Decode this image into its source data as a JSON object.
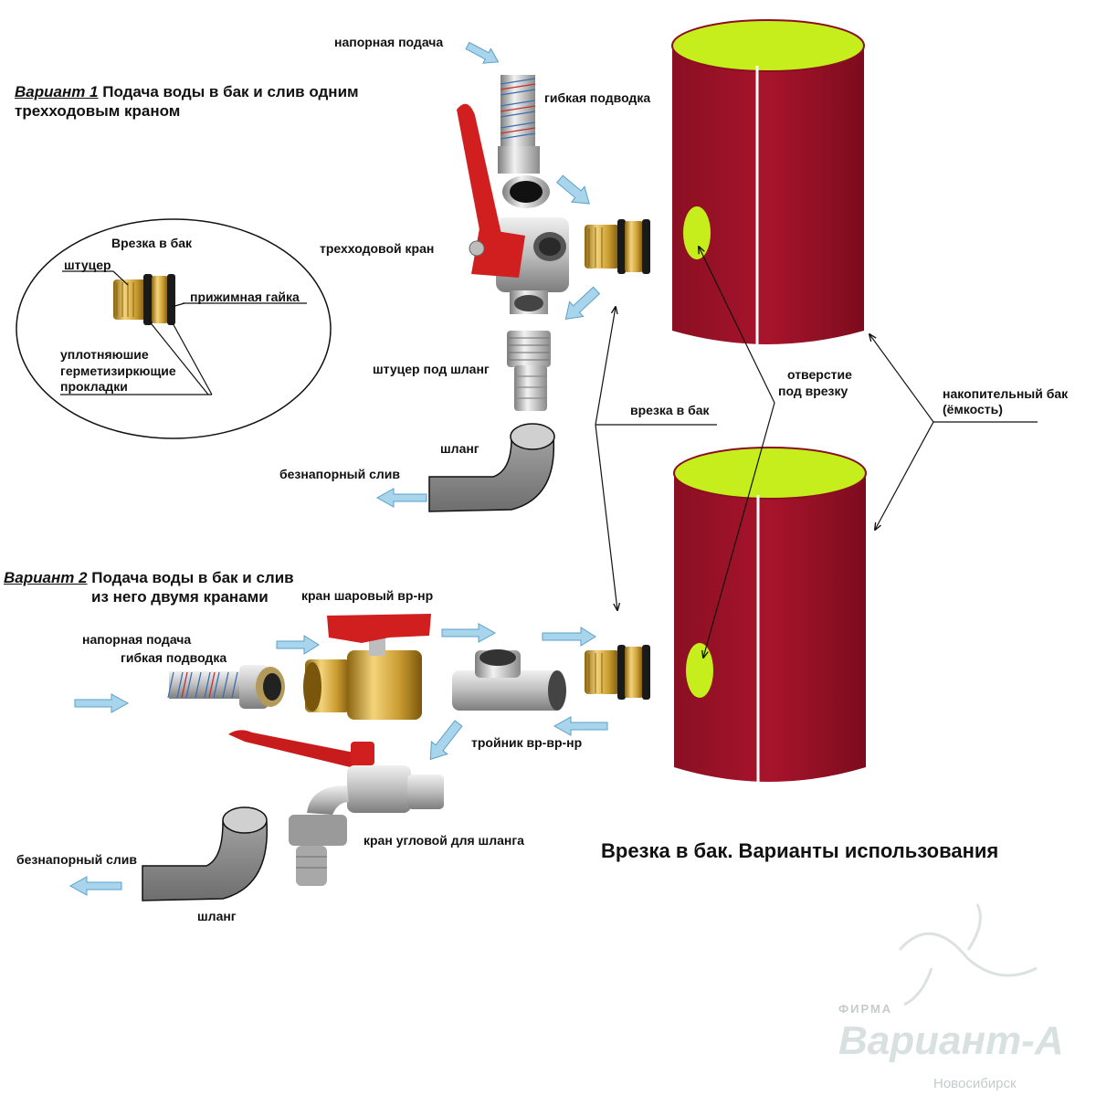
{
  "variant1": {
    "number": "Вариант 1",
    "text": "Подача воды в бак и слив одним",
    "text2": "трехходовым краном"
  },
  "variant2": {
    "number": "Вариант 2",
    "text": "Подача воды в бак и слив",
    "text2": "из него двумя кранами"
  },
  "inset": {
    "title": "Врезка в бак",
    "fitting": "штуцер",
    "nut": "прижимная гайка",
    "gaskets_1": "уплотняюшие",
    "gaskets_2": "герметизиркющие",
    "gaskets_3": "прокладки"
  },
  "labels": {
    "pressure_feed_top": "напорная подача",
    "flex_hose_top": "гибкая подводка",
    "three_way_valve": "трехходовой кран",
    "hose_fitting": "штуцер под шланг",
    "hose_top": "шланг",
    "gravity_drain_top": "безнапорный слив",
    "tank_insert": "врезка в бак",
    "hole_1": "отверстие",
    "hole_2": "под врезку",
    "tank_1": "накопительный бак",
    "tank_2": "(ёмкость)",
    "ball_valve": "кран шаровый вр-нр",
    "pressure_feed_bottom": "напорная подача",
    "flex_hose_bottom": "гибкая подводка",
    "tee": "тройник вр-вр-нр",
    "angle_valve": "кран угловой для шланга",
    "gravity_drain_bottom": "безнапорный слив",
    "hose_bottom": "шланг"
  },
  "title": "Врезка в бак. Варианты использования",
  "watermark": {
    "small": "ФИРМА",
    "logo": "Вариант-А",
    "city": "Новосибирск"
  },
  "colors": {
    "tank": "#a3122a",
    "tank_top": "#c6ee1c",
    "arrow": "#a8d4ec",
    "arrow_stroke": "#5aa0c8",
    "brass": "#c9a13a",
    "red_handle": "#d11e1e",
    "hose_gray": "#8c8c8c",
    "steel": "#c8c8c8"
  }
}
